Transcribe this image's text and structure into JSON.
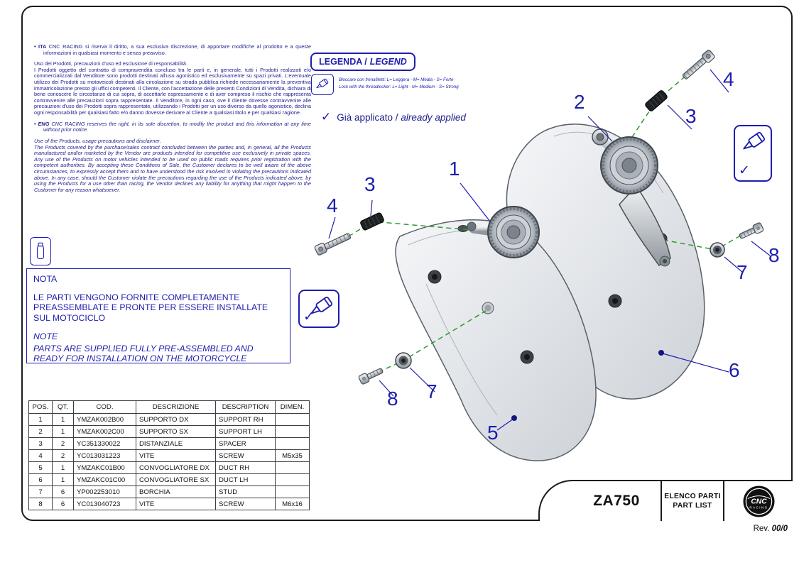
{
  "disclaimer": {
    "ita_tag": "• ITA",
    "ita_intro": "CNC RACING si riserva il diritto, a sua esclusiva discrezione, di apportare modifiche al prodotto e a queste informazioni in qualsiasi momento e senza preavviso.",
    "ita_heading": "Uso dei Prodotti, precauzioni d'uso ed esclusione di responsabilità.",
    "ita_body": "I Prodotti oggetto del contratto di compravendita concluso tra le parti e, in generale, tutti i Prodotti realizzati e/o commercializzati dal Venditore sono prodotti destinati all'uso agonistico ed esclusivamente su spazi privati. L'eventuale utilizzo dei Prodotti su motoveicoli destinati alla circolazione su strada pubblica richiede necessariamente la preventiva immatricolazione presso gli uffici competenti. Il Cliente, con l'accettazione delle presenti Condizioni di Vendita, dichiara di bene conoscere le circostanze di cui sopra, di accettarle espressamente e di aver compreso il rischio che rappresenta contravvenire alle precauzioni sopra rappresentate. Il Venditore, in ogni caso, ove il cliente dovesse contravvenire alle precauzioni d'uso dei Prodotti sopra rappresentate, utilizzando i Prodotti per un uso diverso da quello agonistico, declina ogni responsabilità per qualsiasi fatto e/o danno dovesse derivare al Cliente a qualsiasi titolo e per qualsiasi ragione.",
    "eng_tag": "• ENG",
    "eng_intro": "CNC RACING reserves the right, in its sole discretion, to modify the product and this information at any time without prior notice.",
    "eng_heading": "Use of the Products, usage precautions and disclaimer.",
    "eng_body": "The Products covered by the purchase/sales contract concluded between the parties and, in general, all the Products manufactured and/or marketed by the Vendor are products intended for competitive use exclusively in private spaces. Any use of the Products on motor vehicles intended to be used on public roads requires prior registration with the competent authorities. By accepting these Conditions of Sale, the Customer declares to be well aware of the above circumstances, to expressly accept them and to have understood the risk involved in violating the precautions indicated above. In any case, should the Customer violate the precautions regarding the use of the Products indicated above, by using the Products for a use other than racing, the Vendor declines any liability for anything that might happen to the Customer for any reason whatsoever."
  },
  "legend": {
    "title_ita": "LEGENDA /",
    "title_eng": "LEGEND",
    "line_ita": "Bloccare con frenafiletti: L= Leggera - M= Media - S= Forte",
    "line_eng": "Lock with the threadlocker: L= Light - M= Medium - S= Strong"
  },
  "icons": {
    "check": "✓"
  },
  "applied": {
    "text_ita": "Già applicato /",
    "text_eng": "already applied"
  },
  "note_box": {
    "title_ita": "NOTA",
    "body_ita": "LE PARTI VENGONO FORNITE COMPLETAMENTE PREASSEMBLATE E PRONTE PER ESSERE INSTALLATE SUL MOTOCICLO",
    "title_eng": "NOTE",
    "body_eng": "PARTS ARE SUPPLIED FULLY PRE-ASSEMBLED AND READY FOR INSTALLATION ON THE MOTORCYCLE"
  },
  "callouts": [
    "1",
    "2",
    "3",
    "4",
    "3",
    "4",
    "5",
    "6",
    "7",
    "8",
    "7",
    "8"
  ],
  "parts_table": {
    "headers": [
      "POS.",
      "QT.",
      "COD.",
      "DESCRIZIONE",
      "DESCRIPTION",
      "DIMEN."
    ],
    "rows": [
      [
        "1",
        "1",
        "YMZAK002B00",
        "SUPPORTO DX",
        "SUPPORT RH",
        ""
      ],
      [
        "2",
        "1",
        "YMZAK002C00",
        "SUPPORTO SX",
        "SUPPORT LH",
        ""
      ],
      [
        "3",
        "2",
        "YC351330022",
        "DISTANZIALE",
        "SPACER",
        ""
      ],
      [
        "4",
        "2",
        "YC013031223",
        "VITE",
        "SCREW",
        "M5x35"
      ],
      [
        "5",
        "1",
        "YMZAKC01B00",
        "CONVOGLIATORE DX",
        "DUCT RH",
        ""
      ],
      [
        "6",
        "1",
        "YMZAKC01C00",
        "CONVOGLIATORE SX",
        "DUCT LH",
        ""
      ],
      [
        "7",
        "6",
        "YP002253010",
        "BORCHIA",
        "STUD",
        ""
      ],
      [
        "8",
        "6",
        "YC013040723",
        "VITE",
        "SCREW",
        "M6x16"
      ]
    ]
  },
  "title_block": {
    "model": "ZA750",
    "list_ita": "ELENCO PARTI",
    "list_eng": "PART LIST"
  },
  "logo": {
    "line1": "CNC",
    "line2": "RACING"
  },
  "footer": {
    "rev_label": "Rev.",
    "rev_value": "00/0"
  },
  "colors": {
    "accent_blue": "#1d1daf",
    "text_navy": "#23238f",
    "dashed_green": "#2e9b2e",
    "frame_black": "#1b1b1b"
  }
}
